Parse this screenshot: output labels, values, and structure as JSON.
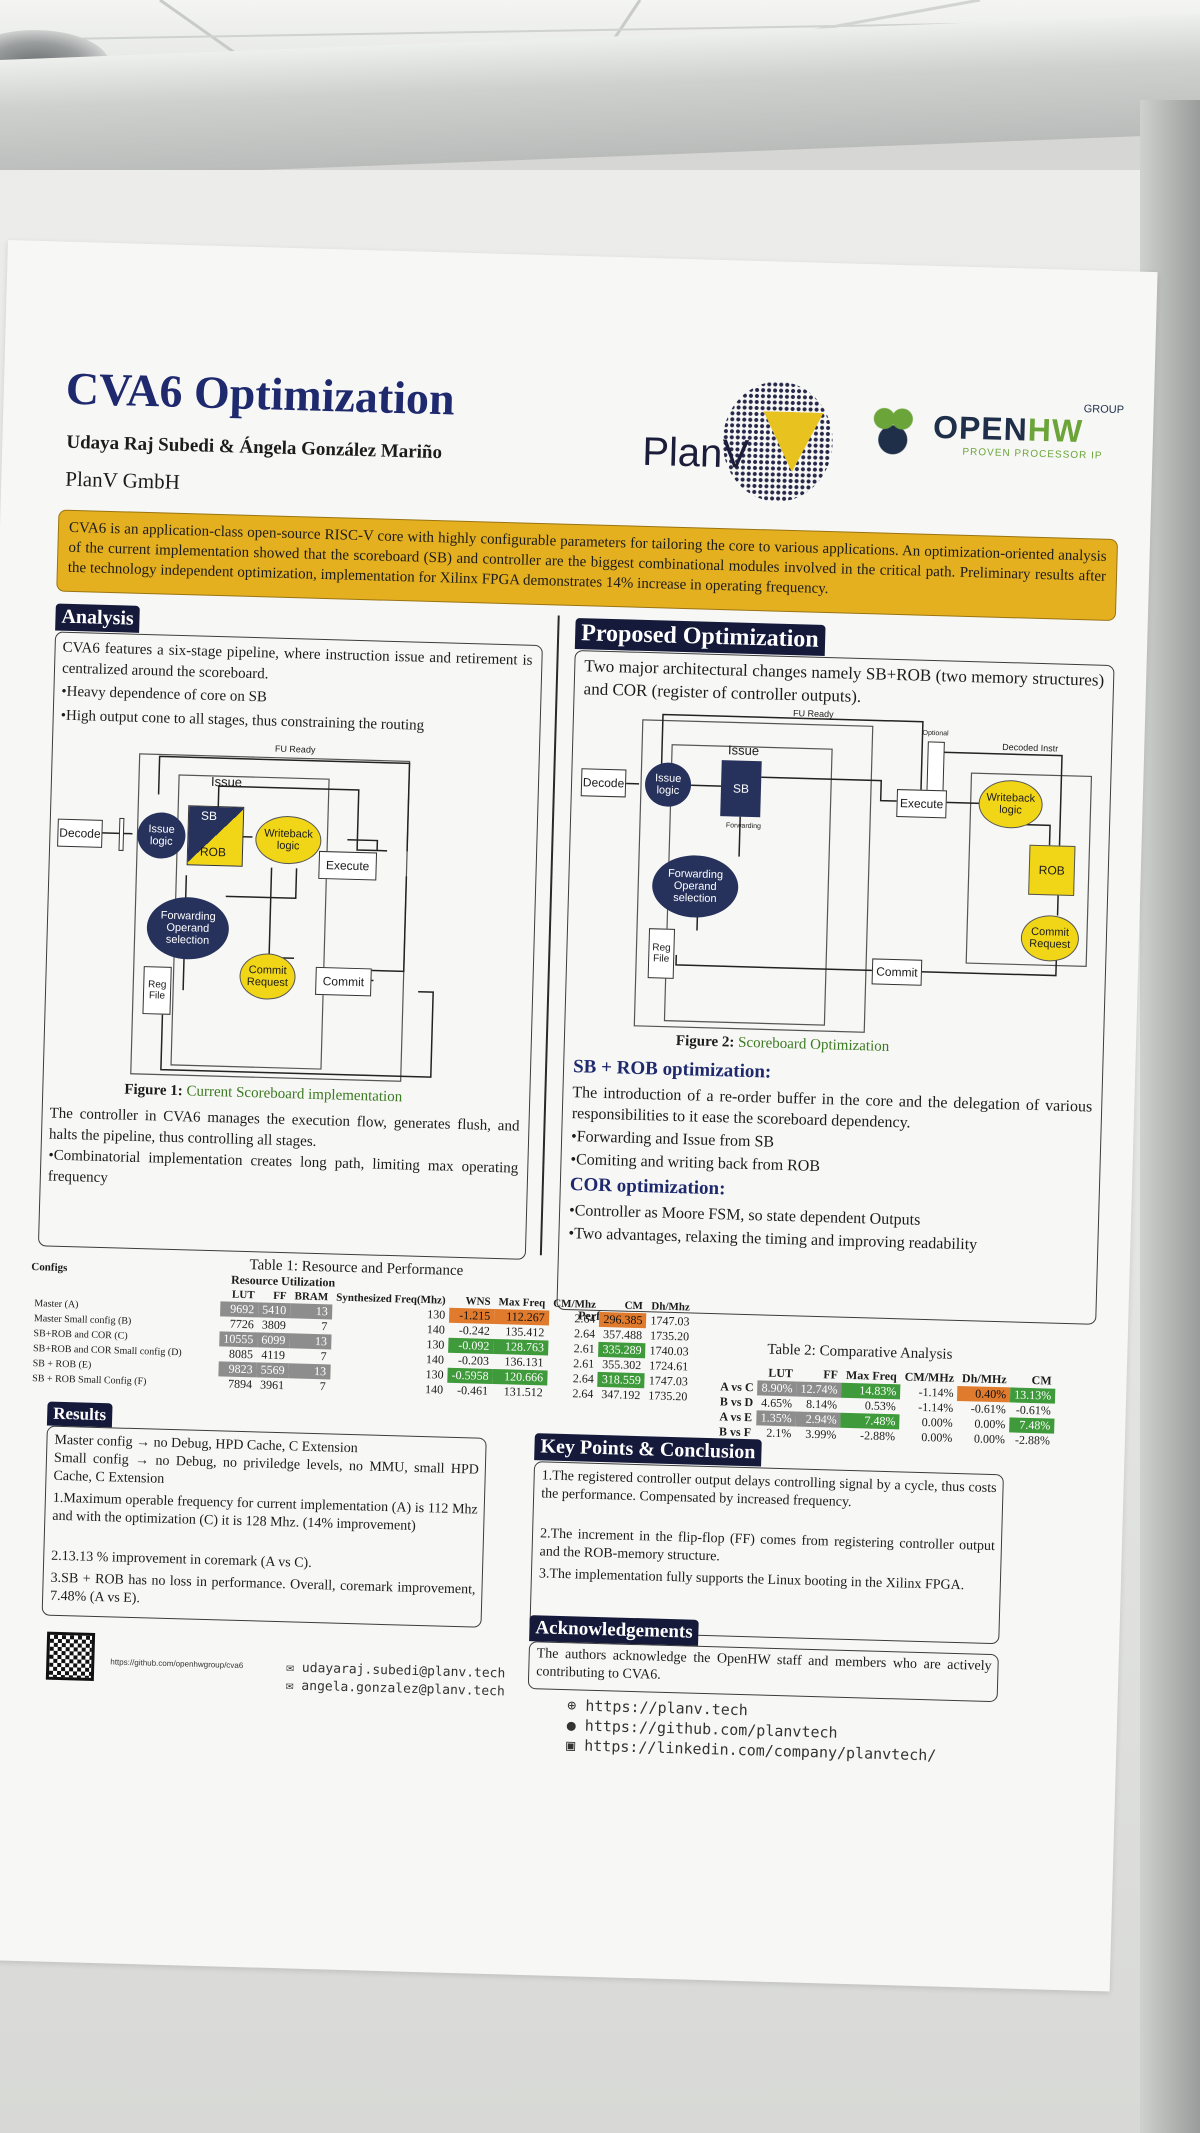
{
  "header": {
    "title": "CVA6 Optimization",
    "authors": "Udaya Raj Subedi & Ángela González Mariño",
    "affiliation": "PlanV GmbH",
    "logo_planv": "PlanV",
    "logo_ohw_a": "OPEN",
    "logo_ohw_b": "HW",
    "logo_ohw_group": "GROUP",
    "logo_ohw_tag": "PROVEN PROCESSOR IP"
  },
  "abstract": {
    "text": "CVA6 is an application-class open-source RISC-V core with highly configurable parameters for tailoring the core to various applications. An optimization-oriented analysis of the current implementation showed that the scoreboard (SB) and controller are the biggest combinational modules involved in the critical path. Preliminary results after the technology independent optimization, implementation for Xilinx FPGA demonstrates 14% increase in operating frequency."
  },
  "analysis": {
    "heading": "Analysis",
    "intro": "CVA6 features a six-stage pipeline, where instruction issue and retirement is centralized around the scoreboard.",
    "bullet1": "•Heavy dependence of core on SB",
    "bullet2": "•High output cone to all stages, thus constraining the routing",
    "fig1_caption_prefix": "Figure 1:",
    "fig1_caption_text": "Current Scoreboard implementation",
    "outro": "The controller in CVA6 manages the execution flow, generates flush, and halts the pipeline, thus controlling all stages.",
    "bullet3": "•Combinatorial implementation creates long path, limiting max operating frequency"
  },
  "fig1": {
    "fu_ready": "FU Ready",
    "issue": "Issue",
    "decode": "Decode",
    "issue_logic": "Issue logic",
    "sb": "SB",
    "rob": "ROB",
    "writeback": "Writeback logic",
    "execute": "Execute",
    "forwarding": "Forwarding Operand selection",
    "reg_file": "Reg File",
    "commit_req": "Commit Request",
    "commit": "Commit"
  },
  "proposed": {
    "heading": "Proposed Optimization",
    "intro": "Two major architectural changes namely SB+ROB (two memory structures) and COR (register of controller outputs).",
    "fig2_caption_prefix": "Figure 2:",
    "fig2_caption_text": "Scoreboard Optimization",
    "sbrob_head": "SB + ROB optimization:",
    "sbrob_text": "The introduction of a re-order buffer in the core and the delegation of various responsibilities to it ease the scoreboard dependency.",
    "sbrob_b1": "•Forwarding and Issue from SB",
    "sbrob_b2": "•Comiting and writing back from ROB",
    "cor_head": "COR optimization:",
    "cor_b1": "•Controller as Moore FSM, so state dependent Outputs",
    "cor_b2": "•Two advantages, relaxing the timing and improving readability"
  },
  "fig2": {
    "fu_ready": "FU Ready",
    "optional": "Optional",
    "decoded": "Decoded Instr",
    "issue": "Issue",
    "decode": "Decode",
    "issue_logic": "Issue logic",
    "sb": "SB",
    "forwarding_lbl": "Forwarding",
    "execute": "Execute",
    "writeback": "Writeback logic",
    "rob": "ROB",
    "forwarding": "Forwarding Operand selection",
    "commit_req": "Commit Request",
    "reg_file": "Reg File",
    "commit": "Commit"
  },
  "table1": {
    "caption": "Table 1: Resource and Performance",
    "configs_label": "Configs",
    "grp_resource": "Resource Utilization",
    "grp_perf": "Performance",
    "headers": [
      "LUT",
      "FF",
      "BRAM",
      "Synthesized Freq(Mhz)",
      "WNS",
      "Max Freq",
      "CM/Mhz",
      "CM",
      "Dh/Mhz"
    ],
    "rows": [
      {
        "name": "Master (A)",
        "lut": "9692",
        "ff": "5410",
        "bram": "13",
        "freq": "130",
        "wns": "-1.215",
        "maxf": "112.267",
        "cmmhz": "2.64",
        "cm": "296.385",
        "dh": "1747.03"
      },
      {
        "name": "Master Small config (B)",
        "lut": "7726",
        "ff": "3809",
        "bram": "7",
        "freq": "140",
        "wns": "-0.242",
        "maxf": "135.412",
        "cmmhz": "2.64",
        "cm": "357.488",
        "dh": "1735.20"
      },
      {
        "name": "SB+ROB and COR (C)",
        "lut": "10555",
        "ff": "6099",
        "bram": "13",
        "freq": "130",
        "wns": "-0.092",
        "maxf": "128.763",
        "cmmhz": "2.61",
        "cm": "335.289",
        "dh": "1740.03"
      },
      {
        "name": "SB+ROB and COR Small config (D)",
        "lut": "8085",
        "ff": "4119",
        "bram": "7",
        "freq": "140",
        "wns": "-0.203",
        "maxf": "136.131",
        "cmmhz": "2.61",
        "cm": "355.302",
        "dh": "1724.61"
      },
      {
        "name": "SB + ROB (E)",
        "lut": "9823",
        "ff": "5569",
        "bram": "13",
        "freq": "130",
        "wns": "-0.5958",
        "maxf": "120.666",
        "cmmhz": "2.64",
        "cm": "318.559",
        "dh": "1747.03"
      },
      {
        "name": "SB + ROB Small Config (F)",
        "lut": "7894",
        "ff": "3961",
        "bram": "7",
        "freq": "140",
        "wns": "-0.461",
        "maxf": "131.512",
        "cmmhz": "2.64",
        "cm": "347.192",
        "dh": "1735.20"
      }
    ]
  },
  "table2": {
    "caption": "Table 2: Comparative Analysis",
    "headers": [
      "LUT",
      "FF",
      "Max Freq",
      "CM/MHz",
      "Dh/MHz",
      "CM"
    ],
    "rows": [
      {
        "name": "A vs C",
        "lut": "8.90%",
        "ff": "12.74%",
        "maxf": "14.83%",
        "cmmhz": "-1.14%",
        "dh": "0.40%",
        "cm": "13.13%"
      },
      {
        "name": "B vs D",
        "lut": "4.65%",
        "ff": "8.14%",
        "maxf": "0.53%",
        "cmmhz": "-1.14%",
        "dh": "-0.61%",
        "cm": "-0.61%"
      },
      {
        "name": "A vs E",
        "lut": "1.35%",
        "ff": "2.94%",
        "maxf": "7.48%",
        "cmmhz": "0.00%",
        "dh": "0.00%",
        "cm": "7.48%"
      },
      {
        "name": "B vs F",
        "lut": "2.1%",
        "ff": "3.99%",
        "maxf": "-2.88%",
        "cmmhz": "0.00%",
        "dh": "0.00%",
        "cm": "-2.88%"
      }
    ]
  },
  "results": {
    "heading": "Results",
    "master_cfg": "Master config → no Debug, HPD Cache, C Extension",
    "small_cfg": "Small config → no Debug, no priviledge levels, no MMU, small HPD Cache, C Extension",
    "item1": "1.Maximum operable frequency for current implementation (A) is 112 Mhz and with the optimization (C) it is 128 Mhz. (14% improvement)",
    "item2": "2.13.13 % improvement in coremark (A vs C).",
    "item3": "3.SB + ROB has no loss in performance. Overall, coremark improvement, 7.48% (A vs E)."
  },
  "keypoints": {
    "heading": "Key Points & Conclusion",
    "item1": "1.The registered controller output delays controlling signal by a cycle, thus costs the performance. Compensated by increased frequency.",
    "item2": "2.The increment in the flip-flop (FF) comes from registering controller output and the ROB-memory structure.",
    "item3": "3.The implementation fully supports the Linux booting in the Xilinx FPGA."
  },
  "ack": {
    "heading": "Acknowledgements",
    "text": "The authors acknowledge the OpenHW staff and members who are actively contributing to CVA6."
  },
  "footer": {
    "repo": "https://github.com/openhwgroup/cva6",
    "email1": "udayaraj.subedi@planv.tech",
    "email2": "angela.gonzalez@planv.tech",
    "web": "https://planv.tech",
    "github": "https://github.com/planvtech",
    "linkedin": "https://linkedin.com/company/planvtech/"
  }
}
